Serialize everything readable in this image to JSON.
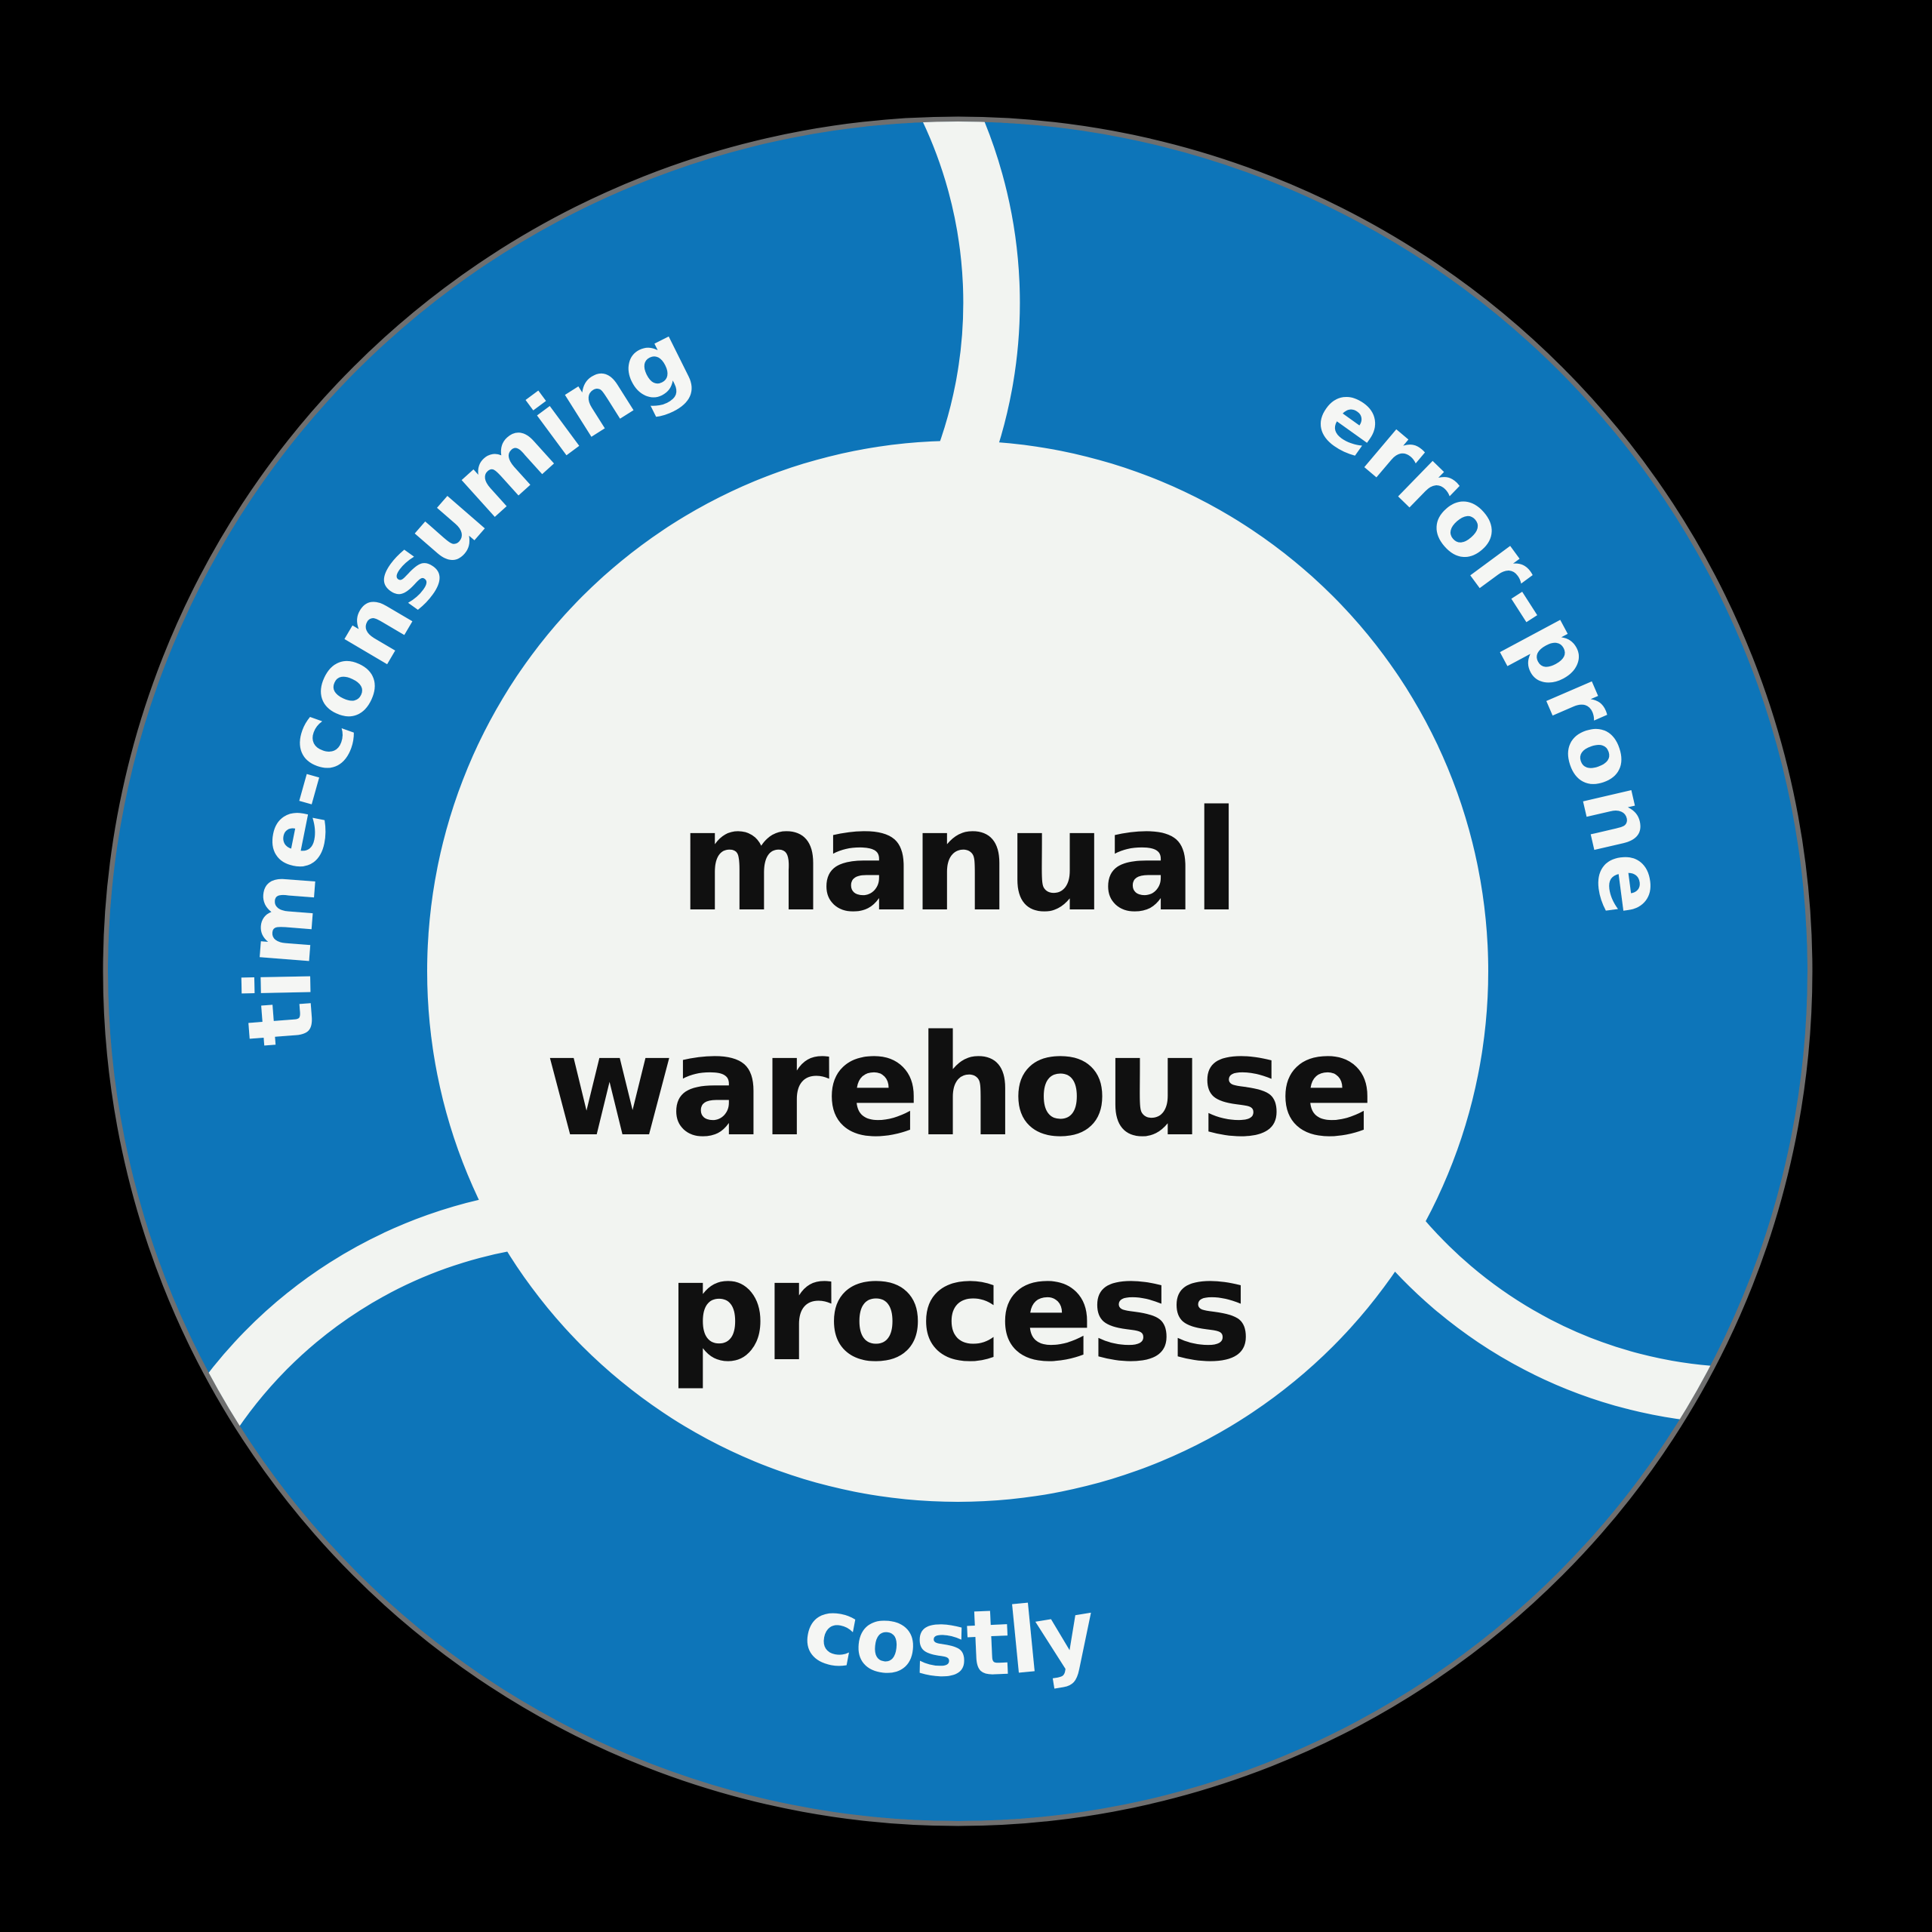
{
  "page": {
    "background": "#000000"
  },
  "diagram": {
    "type": "segmented-ring",
    "center": {
      "lines": [
        "manual",
        "warehouse",
        "process"
      ]
    },
    "segments": [
      {
        "label": "time-consuming",
        "position": "upper-left"
      },
      {
        "label": "error-prone",
        "position": "right"
      },
      {
        "label": "costly",
        "position": "bottom"
      }
    ],
    "colors": {
      "ring": "#0d75b9",
      "surface": "#f2f4f1",
      "label_text": "#f5f6f4",
      "center_text": "#101010",
      "rim": "#6f6f6f"
    }
  }
}
